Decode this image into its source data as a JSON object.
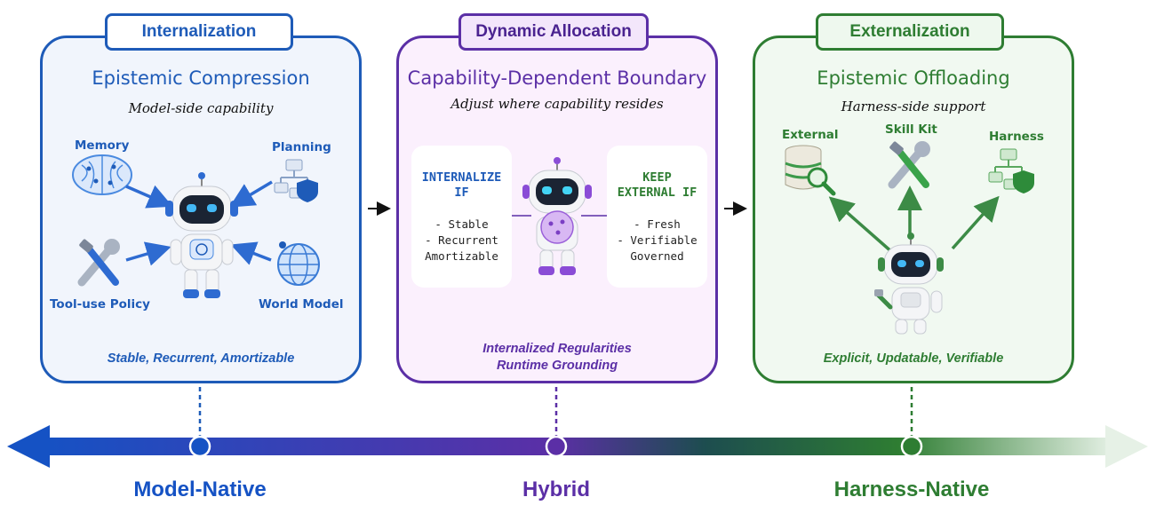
{
  "panels": {
    "left": {
      "tab": "Internalization",
      "heading": "Epistemic Compression",
      "subtitle": "Model-side capability",
      "labels": {
        "memory": "Memory",
        "planning": "Planning",
        "tool_use": "Tool-use Policy",
        "world_model": "World Model"
      },
      "footer": "Stable, Recurrent, Amortizable",
      "color": "#1e5bb8"
    },
    "middle": {
      "tab": "Dynamic Allocation",
      "heading": "Capability-Dependent Boundary",
      "subtitle": "Adjust where capability resides",
      "internalize": {
        "title_1": "INTERNALIZE",
        "title_2": "IF",
        "line_1": "- Stable",
        "line_2": "- Recurrent",
        "line_3": "Amortizable"
      },
      "keep_external": {
        "title_1": "KEEP",
        "title_2": "EXTERNAL IF",
        "line_1": "- Fresh",
        "line_2": "- Verifiable",
        "line_3": "Governed"
      },
      "footer_1": "Internalized Regularities",
      "footer_2": "Runtime Grounding",
      "color": "#5b2fa6"
    },
    "right": {
      "tab": "Externalization",
      "heading": "Epistemic Offloading",
      "subtitle": "Harness-side support",
      "labels": {
        "external": "External",
        "skill_kit": "Skill Kit",
        "harness": "Harness"
      },
      "footer": "Explicit, Updatable, Verifiable",
      "color": "#2e7d32"
    }
  },
  "spectrum": {
    "left_label": "Model-Native",
    "middle_label": "Hybrid",
    "right_label": "Harness-Native",
    "colors": {
      "left": "#1e5bb8",
      "middle": "#5b2fa6",
      "right": "#2e7d32"
    }
  },
  "icons": [
    "brain-icon",
    "planning-flowchart-icon",
    "tools-icon",
    "globe-icon",
    "robot-icon",
    "database-search-icon",
    "wrench-icon",
    "harness-flowchart-icon"
  ]
}
